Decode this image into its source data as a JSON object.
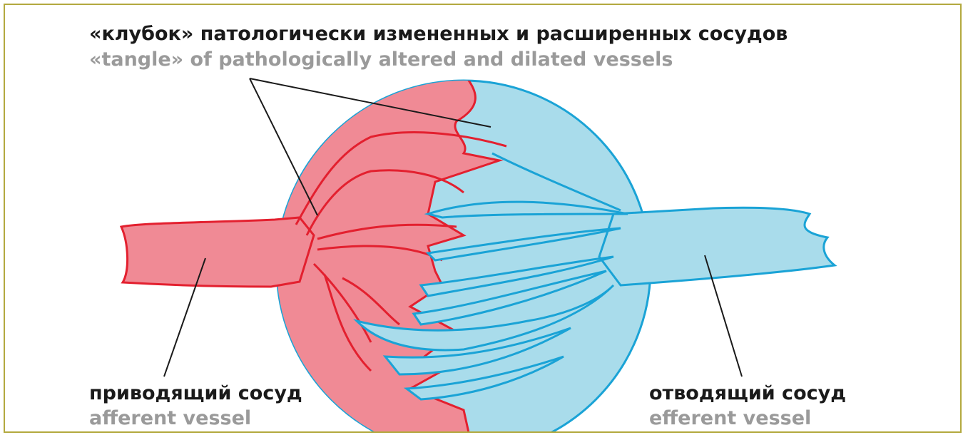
{
  "labels": {
    "tangle_ru": "«клубок» патологически измененных и расширенных сосудов",
    "tangle_en": "«tangle» of pathologically altered and dilated vessels",
    "afferent_ru": "приводящий сосуд",
    "afferent_en": "afferent vessel",
    "efferent_ru": "отводящий сосуд",
    "efferent_en": "efferent vessel"
  },
  "colors": {
    "frame": "#b3a93f",
    "artery_fill": "#f08a95",
    "artery_stroke": "#e3202f",
    "vein_fill": "#a9dceb",
    "vein_stroke": "#1aa3d6",
    "leader_line": "#1a1a1a",
    "label_ru": "#1a1a1a",
    "label_en": "#9a9a9a"
  }
}
